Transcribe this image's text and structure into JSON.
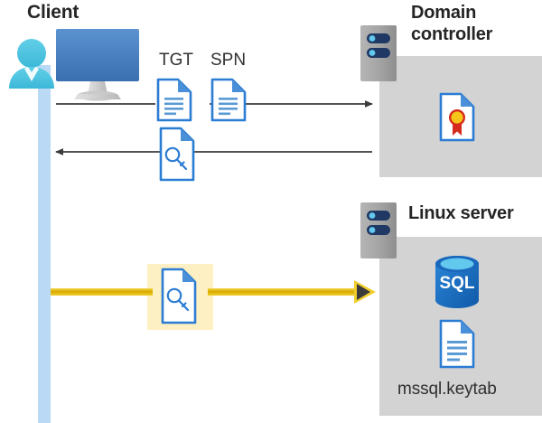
{
  "diagram": {
    "title_client": "Client",
    "title_domain_controller": "Domain controller",
    "title_linux_server": "Linux server",
    "keytab_label": "mssql.keytab",
    "flow_labels": {
      "tgt": "TGT",
      "spn": "SPN"
    },
    "colors": {
      "panel_gray": "#d3d3d3",
      "lifeline_blue": "#b9d9f5",
      "doc_blue": "#2b7cd3",
      "arrow_dark": "#3b3b3b",
      "arrow_yellow": "#e8c000",
      "highlight_yellow": "#fdf0c2",
      "sql_blue": "#1b71c8",
      "seal_gold": "#f5c518",
      "seal_red": "#d52b1e",
      "server_gray": "#9d9d9d",
      "server_pill_navy": "#1f3864",
      "title_text": "#252525"
    },
    "icons": {
      "client": "user-monitor-icon",
      "tgt_doc": "text-document-icon",
      "spn_doc": "text-document-icon",
      "ticket_key_doc": "key-document-icon",
      "service_ticket_doc": "key-document-icon",
      "domain_controller_server": "server-rack-icon",
      "certificate": "certificate-document-icon",
      "linux_server": "server-rack-icon",
      "sql_database": "sql-database-icon",
      "keytab_doc": "text-document-icon"
    },
    "arrows": [
      {
        "name": "client-to-dc-request",
        "direction": "right",
        "style": "thin-dark"
      },
      {
        "name": "dc-to-client-ticket",
        "direction": "left",
        "style": "thin-dark"
      },
      {
        "name": "client-to-linux-service-ticket",
        "direction": "right",
        "style": "thick-yellow"
      }
    ]
  }
}
